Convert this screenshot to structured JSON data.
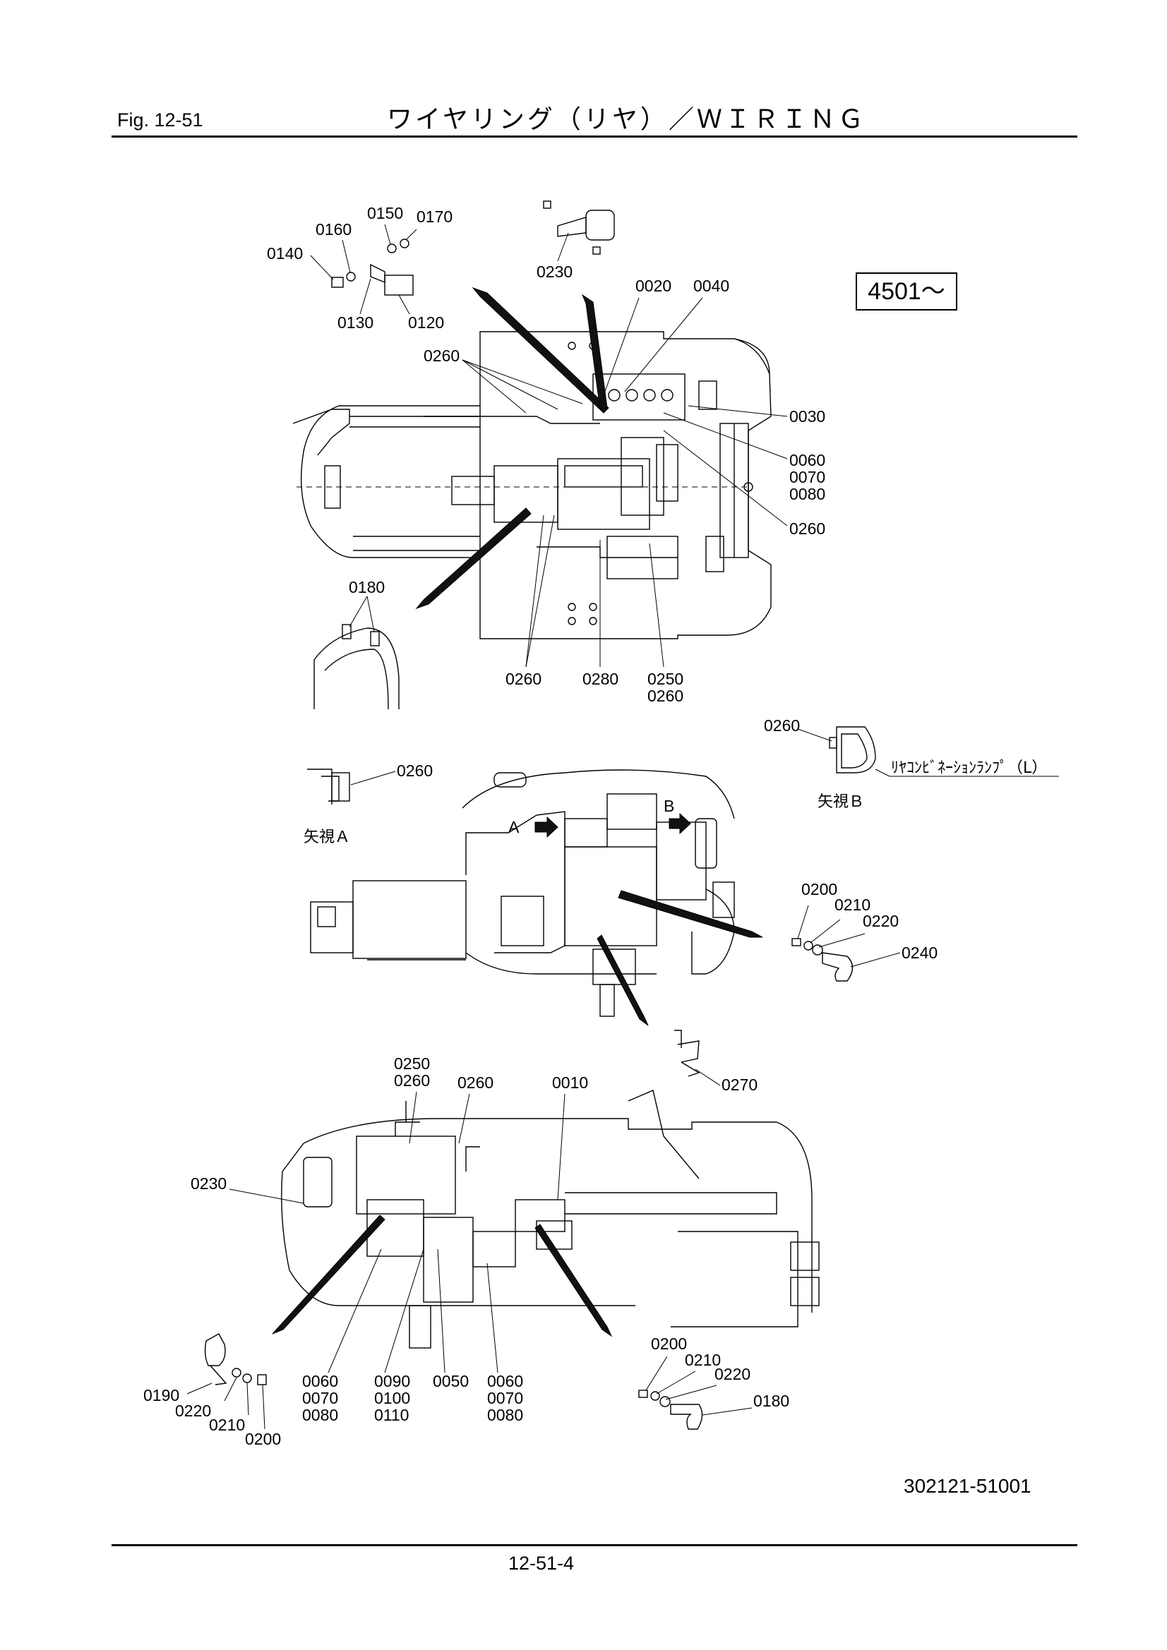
{
  "header": {
    "fig": "Fig.  12-51",
    "title": "ワイヤリング（リヤ）／ＷＩＲＩＮＧ"
  },
  "serial": "4501～",
  "drawing_number": "302121-51001",
  "page_number": "12-51-4",
  "views": {
    "view_a": "矢視Ａ",
    "view_b": "矢視Ｂ",
    "arrow_a": "A",
    "arrow_b": "B",
    "lamp_label": "ﾘﾔｺﾝﾋﾞﾈｰｼｮﾝﾗﾝﾌﾟ（L）"
  },
  "callouts": {
    "c0150": "0150",
    "c0170": "0170",
    "c0160": "0160",
    "c0140": "0140",
    "c0130": "0130",
    "c0120": "0120",
    "c0230_top": "0230",
    "c0020": "0020",
    "c0040": "0040",
    "c0260_a": "0260",
    "c0030": "0030",
    "c0060_a": "0060",
    "c0070_a": "0070",
    "c0080_a": "0080",
    "c0260_b": "0260",
    "c0180_a": "0180",
    "c0260_c": "0260",
    "c0280": "0280",
    "c0250_a": "0250",
    "c0260_d": "0260",
    "c0260_e": "0260",
    "c0260_f": "0260",
    "c0200_a": "0200",
    "c0210_a": "0210",
    "c0220_a": "0220",
    "c0240": "0240",
    "c0270": "0270",
    "c0250_b": "0250",
    "c0260_g": "0260",
    "c0260_h": "0260",
    "c0010": "0010",
    "c0230_bot": "0230",
    "c0190": "0190",
    "c0220_b": "0220",
    "c0210_b": "0210",
    "c0200_b": "0200",
    "c0060_b": "0060",
    "c0070_b": "0070",
    "c0080_b": "0080",
    "c0090": "0090",
    "c0100": "0100",
    "c0110": "0110",
    "c0050": "0050",
    "c0060_c": "0060",
    "c0070_c": "0070",
    "c0080_c": "0080",
    "c0200_c": "0200",
    "c0210_c": "0210",
    "c0220_c": "0220",
    "c0180_b": "0180"
  }
}
